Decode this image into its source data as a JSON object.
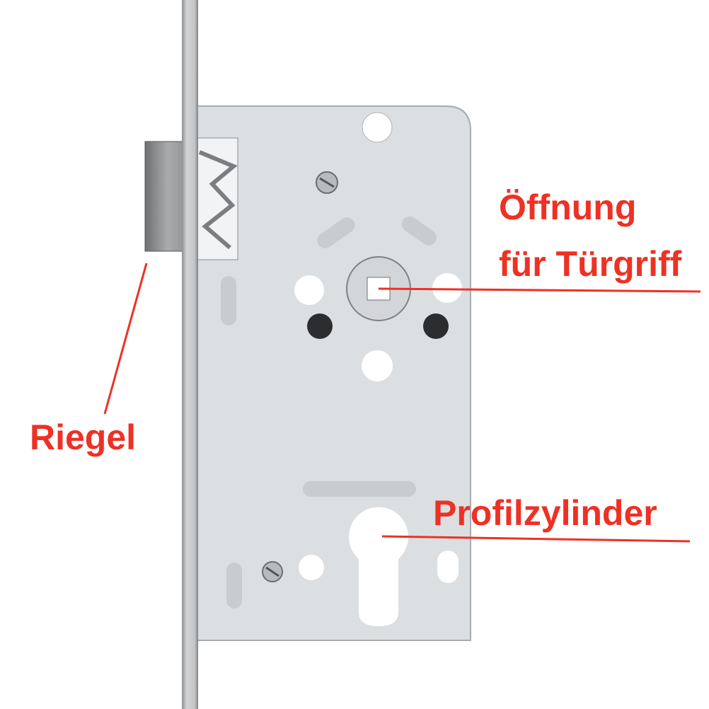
{
  "labels": {
    "opening_line1": "Öffnung",
    "opening_line2": "für Türgriff",
    "bolt": "Riegel",
    "cylinder": "Profilzylinder"
  },
  "colors": {
    "label": "#ee3124",
    "body": "#dcdfe2",
    "faceplate": "#c9cacb"
  }
}
